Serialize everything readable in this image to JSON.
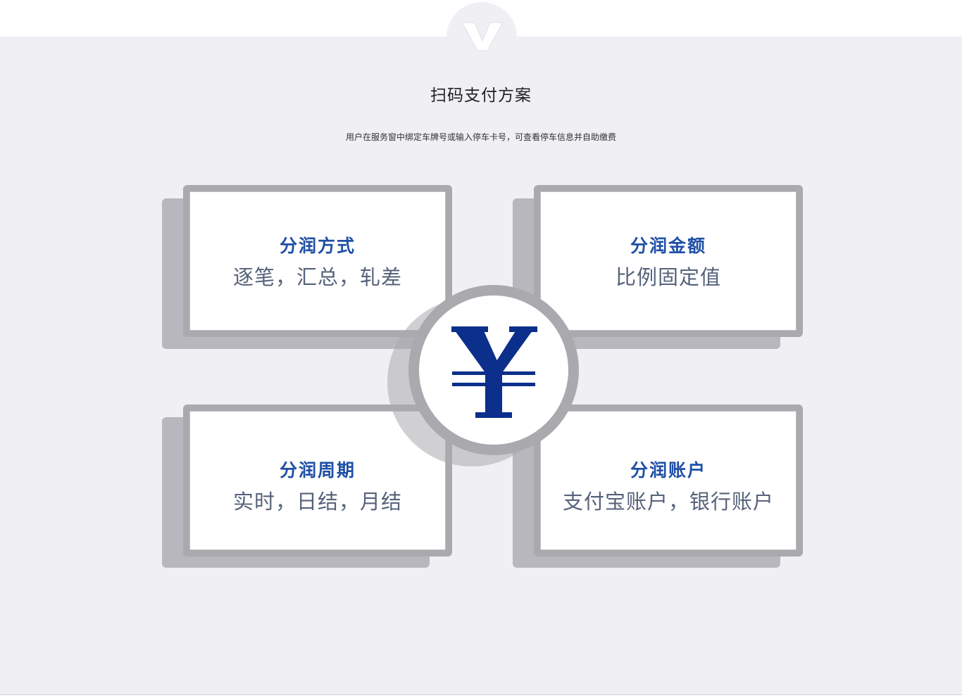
{
  "section": {
    "title": "扫码支付方案",
    "subtitle": "用户在服务窗中绑定车牌号或输入停车卡号，可查看停车信息并自助缴费"
  },
  "cards": [
    {
      "title": "分润方式",
      "text": "逐笔，汇总，轧差"
    },
    {
      "title": "分润金额",
      "text": "比例固定值"
    },
    {
      "title": "分润周期",
      "text": "实时，日结，月结"
    },
    {
      "title": "分润账户",
      "text": "支付宝账户，银行账户"
    }
  ],
  "icons": {
    "tab": "chevron-down-icon",
    "center": "yuan-icon"
  },
  "colors": {
    "panel_bg": "#efeff4",
    "card_title": "#1f4fa6",
    "card_text": "#56627a",
    "yuan": "#0b2f8a",
    "card_border": "#a9a9ae"
  }
}
